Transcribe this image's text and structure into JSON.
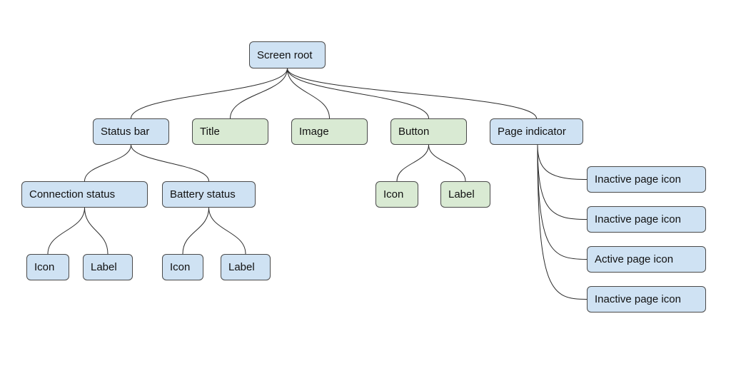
{
  "colors": {
    "blue_node": "#cfe2f3",
    "green_node": "#d9ead3",
    "border": "#4a4a4a",
    "edge": "#2b2b2b"
  },
  "nodes": {
    "root": {
      "label": "Screen root",
      "color": "blue"
    },
    "status_bar": {
      "label": "Status bar",
      "color": "blue"
    },
    "title": {
      "label": "Title",
      "color": "green"
    },
    "image": {
      "label": "Image",
      "color": "green"
    },
    "button": {
      "label": "Button",
      "color": "green"
    },
    "page_indicator": {
      "label": "Page indicator",
      "color": "blue"
    },
    "connection_status": {
      "label": "Connection status",
      "color": "blue"
    },
    "battery_status": {
      "label": "Battery status",
      "color": "blue"
    },
    "button_icon": {
      "label": "Icon",
      "color": "green"
    },
    "button_label": {
      "label": "Label",
      "color": "green"
    },
    "conn_icon": {
      "label": "Icon",
      "color": "blue"
    },
    "conn_label": {
      "label": "Label",
      "color": "blue"
    },
    "batt_icon": {
      "label": "Icon",
      "color": "blue"
    },
    "batt_label": {
      "label": "Label",
      "color": "blue"
    },
    "page_icon_1": {
      "label": "Inactive page icon",
      "color": "blue"
    },
    "page_icon_2": {
      "label": "Inactive page icon",
      "color": "blue"
    },
    "page_icon_3": {
      "label": "Active page icon",
      "color": "blue"
    },
    "page_icon_4": {
      "label": "Inactive page icon",
      "color": "blue"
    }
  },
  "edges": [
    [
      "root",
      "status_bar"
    ],
    [
      "root",
      "title"
    ],
    [
      "root",
      "image"
    ],
    [
      "root",
      "button"
    ],
    [
      "root",
      "page_indicator"
    ],
    [
      "status_bar",
      "connection_status"
    ],
    [
      "status_bar",
      "battery_status"
    ],
    [
      "connection_status",
      "conn_icon"
    ],
    [
      "connection_status",
      "conn_label"
    ],
    [
      "battery_status",
      "batt_icon"
    ],
    [
      "battery_status",
      "batt_label"
    ],
    [
      "button",
      "button_icon"
    ],
    [
      "button",
      "button_label"
    ],
    [
      "page_indicator",
      "page_icon_1"
    ],
    [
      "page_indicator",
      "page_icon_2"
    ],
    [
      "page_indicator",
      "page_icon_3"
    ],
    [
      "page_indicator",
      "page_icon_4"
    ]
  ]
}
